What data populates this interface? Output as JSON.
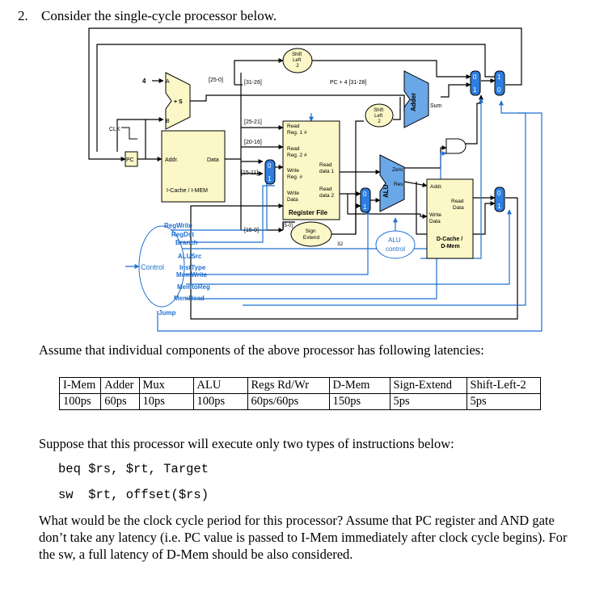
{
  "question": {
    "number": "2.",
    "title": "Consider the single-cycle processor below."
  },
  "diagram": {
    "shift_left_top": [
      "Shift",
      "Left",
      "2"
    ],
    "shift_left_mid": [
      "Shift",
      "Left",
      "2"
    ],
    "const_4": "4",
    "adder_in_a": "A",
    "adder_in_b": "B",
    "adder_symbol": "+ S",
    "adder_right": "Adder",
    "sum_label": "Sum",
    "bits_25_0": "[25-0]",
    "bits_31_26": "[31-26]",
    "pc4_label": "PC + 4 [31-28]",
    "bits_25_21": "[25-21]",
    "bits_20_16": "[20-16]",
    "bits_15_11": "[15-11]",
    "bits_15_0": "[15-0]",
    "bits_5_0": "[5-0]",
    "clk": "CLK",
    "pc": "PC",
    "icache_addr": "Addr.",
    "icache_data": "Data",
    "icache_name": "I-Cache / I-MEM",
    "regfile_read1": [
      "Read",
      "Reg. 1 #"
    ],
    "regfile_read2": [
      "Read",
      "Reg. 2 #"
    ],
    "regfile_write": [
      "Write",
      "Reg. #"
    ],
    "regfile_wdata": [
      "Write",
      "Data"
    ],
    "regfile_rd1": [
      "Read",
      "data 1"
    ],
    "regfile_rd2": [
      "Read",
      "data 2"
    ],
    "regfile_name": "Register File",
    "sign_extend": [
      "Sign",
      "Extend"
    ],
    "width_32": "32",
    "alu_zero": "Zero",
    "alu_res": "Res",
    "alu_name": "ALU",
    "alu_control": [
      "ALU",
      "control"
    ],
    "dcache_addr": "Addr.",
    "dcache_read": [
      "Read",
      "Data"
    ],
    "dcache_write": [
      "Write",
      "Data"
    ],
    "dcache_name": [
      "D-Cache /",
      "D-Mem"
    ],
    "mux_0": "0",
    "mux_1": "1",
    "control_name": "Control",
    "signals": [
      "RegWrite",
      "RegDst",
      "Branch",
      "ALUSrc",
      "InstType",
      "MemWrite",
      "MemtoReg",
      "MemRead"
    ],
    "jump": "Jump"
  },
  "latency_intro": "Assume that individual components of the above processor has following latencies:",
  "latency_table": {
    "headers": [
      "I-Mem",
      "Adder",
      "Mux",
      "ALU",
      "Regs Rd/Wr",
      "D-Mem",
      "Sign-Extend",
      "Shift-Left-2"
    ],
    "values": [
      "100ps",
      "60ps",
      "10ps",
      "100ps",
      "60ps/60ps",
      "150ps",
      "5ps",
      "5ps"
    ]
  },
  "suppose_text": "Suppose that this processor will execute only two types of instructions below:",
  "code_lines": [
    "beq $rs, $rt, Target",
    "sw  $rt, offset($rs)"
  ],
  "final_text": "What would be the clock cycle period for this processor? Assume that PC register and AND gate don’t take any latency (i.e. PC value is passed to I-Mem immediately after clock cycle begins). For the sw, a full latency of D-Mem should be also considered."
}
